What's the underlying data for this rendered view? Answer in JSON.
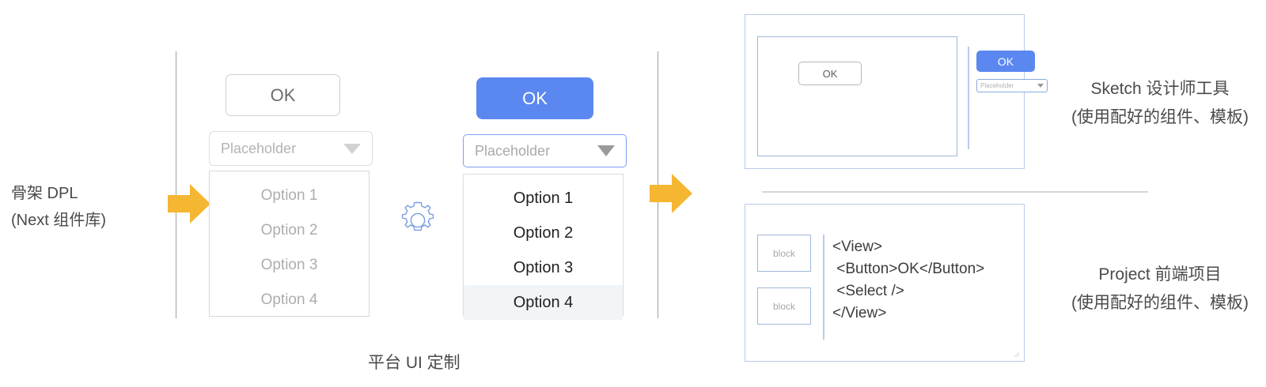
{
  "left_label": {
    "line1": "骨架 DPL",
    "line2": "(Next 组件库)"
  },
  "bottom_caption": "平台 UI 定制",
  "arrows": {
    "color": "#f5b731",
    "first_name": "arrow-skeleton-to-styled",
    "second_name": "arrow-styled-to-outputs"
  },
  "gear": {
    "icon": "gear-icon",
    "color": "#7b9ce0"
  },
  "skeleton": {
    "button_label": "OK",
    "select_value": "Placeholder",
    "options": [
      "Option 1",
      "Option 2",
      "Option 3",
      "Option 4"
    ],
    "text_color": "#adadad",
    "border_color": "#d8d8d8"
  },
  "styled": {
    "button_label": "OK",
    "button_color": "#5b87f0",
    "select_value": "Placeholder",
    "select_border_color": "#7aa0f2",
    "options": [
      "Option 1",
      "Option 2",
      "Option 3",
      "Option 4"
    ],
    "selected_option": "Option 4",
    "selected_bg": "#f2f5f8"
  },
  "sketch_panel": {
    "canvas_button_label": "OK",
    "inspector_button_label": "OK",
    "inspector_select_value": "Placeholder",
    "panel_border": "#b8cbe8",
    "caption_line1": "Sketch 设计师工具",
    "caption_line2": "(使用配好的组件、模板)"
  },
  "project_panel": {
    "blocks": [
      "block",
      "block"
    ],
    "code": "<View>\n <Button>OK</Button>\n <Select />\n</View>",
    "panel_border": "#b8cbe8",
    "caption_line1": "Project 前端项目",
    "caption_line2": "(使用配好的组件、模板)"
  }
}
